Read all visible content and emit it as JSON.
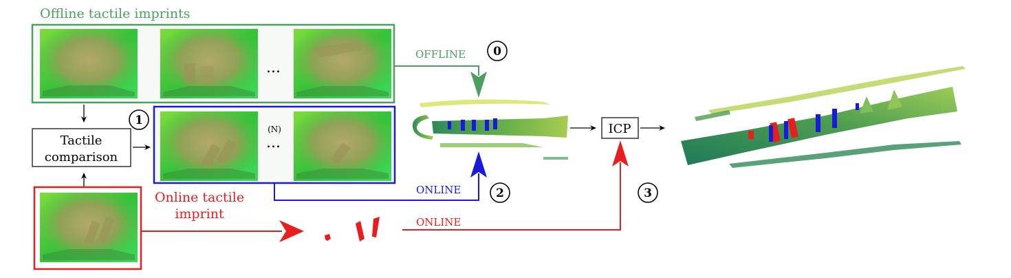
{
  "labels": {
    "offline_group_title": "Offline tactile imprints",
    "online_title_line1": "Online tactile",
    "online_title_line2": "imprint",
    "comparison_line1": "Tactile",
    "comparison_line2": "comparison",
    "ellipsis_offline": "...",
    "ellipsis_selected": "...",
    "selected_count": "(N)",
    "offline_arrow_label": "OFFLINE",
    "online_arrow_label_2": "ONLINE",
    "online_arrow_label_3": "ONLINE",
    "icp": "ICP"
  },
  "steps": [
    "0",
    "1",
    "2",
    "3"
  ],
  "colors": {
    "offline": "#4aa05e",
    "selected": "#1a1adc",
    "online": "#e81e1e",
    "box_border": "#333333"
  }
}
